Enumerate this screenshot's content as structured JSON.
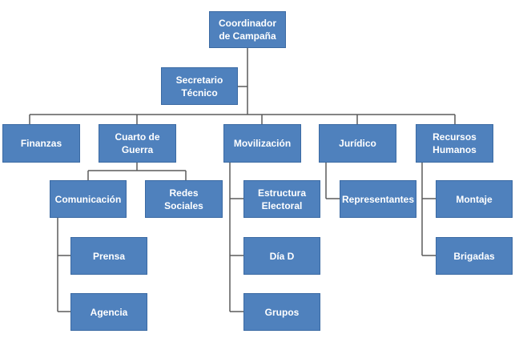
{
  "org_chart": {
    "root": "Coordinador de Campaña",
    "staff": "Secretario Técnico",
    "departments": {
      "finanzas": "Finanzas",
      "cuarto_de_guerra": "Cuarto de Guerra",
      "movilizacion": "Movilización",
      "juridico": "Jurídico",
      "recursos_humanos": "Recursos Humanos"
    },
    "cuarto_de_guerra_units": {
      "comunicacion": "Comunicación",
      "redes_sociales": "Redes Sociales"
    },
    "comunicacion_units": {
      "prensa": "Prensa",
      "agencia": "Agencia"
    },
    "movilizacion_units": {
      "estructura_electoral": "Estructura Electoral",
      "dia_d": "Día D",
      "grupos": "Grupos"
    },
    "juridico_units": {
      "representantes": "Representantes"
    },
    "recursos_humanos_units": {
      "montaje": "Montaje",
      "brigadas": "Brigadas"
    }
  }
}
